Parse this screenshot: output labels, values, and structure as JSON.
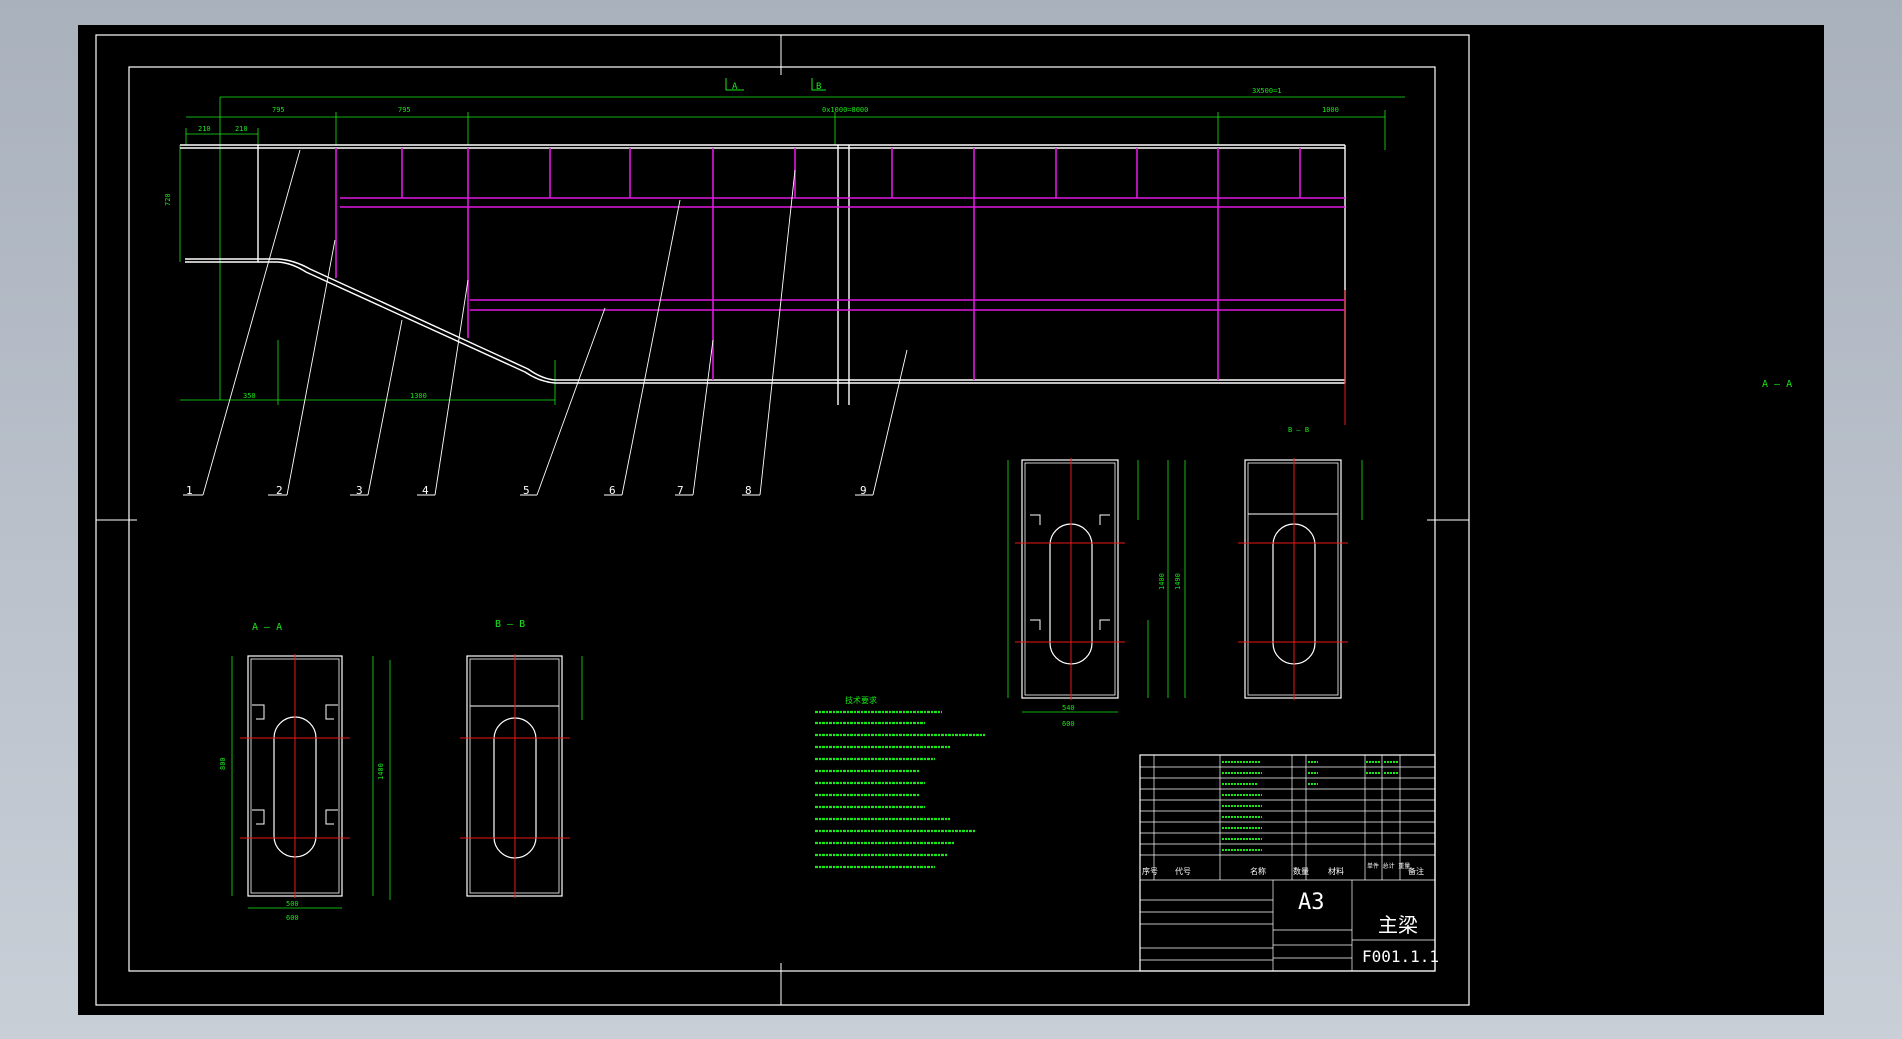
{
  "drawing": {
    "sheet_size": "A3",
    "title": "主梁",
    "drawing_number": "F001.1.1",
    "colors": {
      "background": "#000000",
      "outline": "#ffffff",
      "dimension": "#18e818",
      "centerline": "#e81818",
      "stiffener": "#e018e0"
    }
  },
  "section_marks": {
    "a": "A",
    "b": "B"
  },
  "views": {
    "section_a_label": "A — A",
    "section_b_label": "B — B",
    "right_label": "A — A",
    "top_small_label": "B — B"
  },
  "parts": [
    "1",
    "2",
    "3",
    "4",
    "5",
    "6",
    "7",
    "8",
    "9"
  ],
  "title_block": {
    "headers": {
      "seq": "序号",
      "code": "代号",
      "name": "名称",
      "qty": "数量",
      "material": "材料",
      "weight": "单件 总计 重量",
      "remark": "备注"
    },
    "sheet": "A3",
    "title": "主梁",
    "number": "F001.1.1"
  },
  "notes": {
    "heading": "技术要求"
  }
}
